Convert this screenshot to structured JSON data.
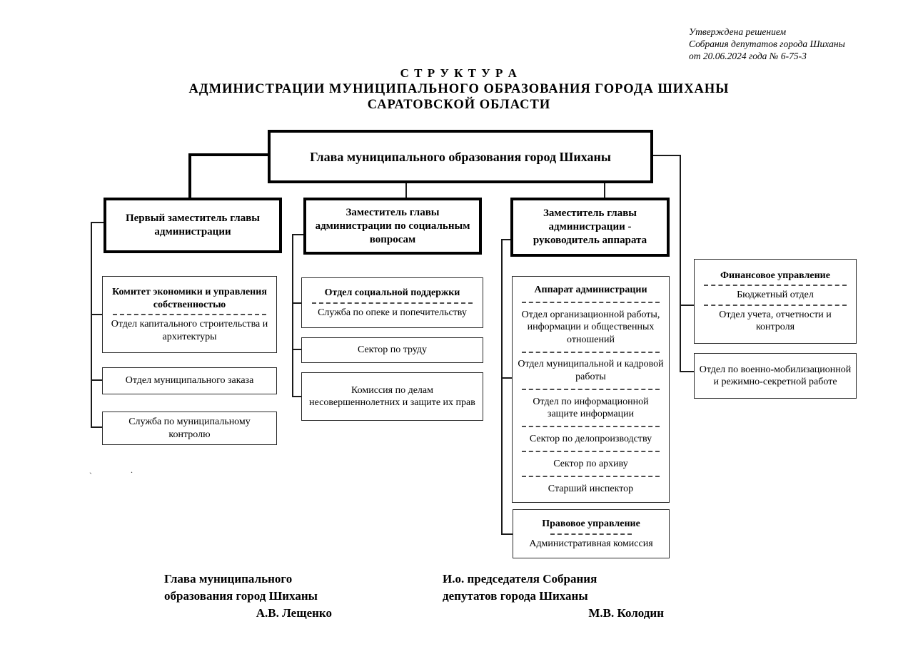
{
  "note": {
    "line1": "Утверждена решением",
    "line2": "Собрания депутатов города Шиханы",
    "line3": "от 20.06.2024 года № 6-75-3"
  },
  "title": {
    "line1": "С Т Р У К Т У Р А",
    "line2": "АДМИНИСТРАЦИИ  МУНИЦИПАЛЬНОГО ОБРАЗОВАНИЯ ГОРОДА ШИХАНЫ",
    "line3": "САРАТОВСКОЙ ОБЛАСТИ"
  },
  "head": {
    "label": "Глава муниципального образования город Шиханы"
  },
  "deputies": {
    "first": {
      "label": "Первый заместитель главы администрации"
    },
    "social": {
      "label": "Заместитель главы администрации по социальным вопросам"
    },
    "staff": {
      "label": "Заместитель главы администрации - руководитель аппарата"
    }
  },
  "left_column": {
    "economy": {
      "header": "Комитет экономики и управления собственностью",
      "item1": "Отдел капитального строительства и архитектуры"
    },
    "municipal_order": {
      "label": "Отдел муниципального заказа"
    },
    "municipal_control": {
      "label": "Служба по муниципальному контролю"
    }
  },
  "social_column": {
    "social_support": {
      "header": "Отдел социальной поддержки",
      "item1": "Служба по опеке и попечительству"
    },
    "labor": {
      "label": "Сектор по труду"
    },
    "minors": {
      "label": "Комиссия по делам несовершеннолетних и защите их прав"
    }
  },
  "staff_column": {
    "apparatus": {
      "header": "Аппарат администрации",
      "items": [
        "Отдел организационной работы, информации  и общественных отношений",
        "Отдел  муниципальной  и кадровой  работы",
        "Отдел по информационной защите информации",
        "Сектор по делопроизводству",
        "Сектор по архиву",
        "Старший инспектор"
      ]
    },
    "legal": {
      "header": "Правовое управление",
      "item1": "Административная комиссия"
    }
  },
  "right_column": {
    "finance": {
      "header": "Финансовое управление",
      "item1": "Бюджетный отдел",
      "item2": "Отдел учета, отчетности и контроля"
    },
    "military": {
      "label": "Отдел по военно-мобилизационной и режимно-секретной работе"
    }
  },
  "signatures": {
    "left": {
      "line1": "Глава муниципального",
      "line2": "образования город Шиханы",
      "name": "А.В. Лещенко"
    },
    "right": {
      "line1": "И.о. председателя Собрания",
      "line2": "депутатов города Шиханы",
      "name": "М.В. Колодин"
    }
  },
  "stray": {
    "mark1": "`",
    "mark2": "."
  }
}
